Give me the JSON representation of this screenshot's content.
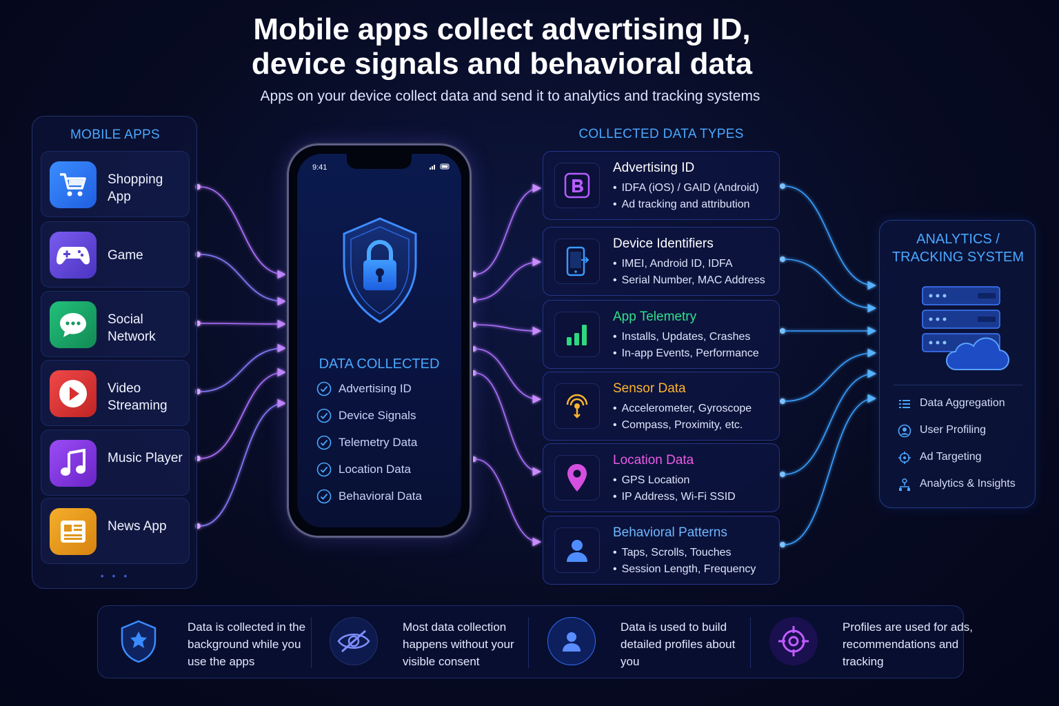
{
  "title_line1": "Mobile apps collect advertising ID,",
  "title_line2": "device signals and behavioral data",
  "subtitle": "Apps on your device collect data and send it to analytics and tracking systems",
  "apps": {
    "heading": "MOBILE APPS",
    "items": [
      {
        "label": "Shopping App",
        "icon": "shopping-cart-icon",
        "color": "#2f7dff"
      },
      {
        "label": "Game",
        "icon": "gamepad-icon",
        "color": "#6b4de0"
      },
      {
        "label": "Social Network",
        "icon": "chat-bubble-icon",
        "color": "#1aa86a"
      },
      {
        "label": "Video Streaming",
        "icon": "play-icon",
        "color": "#e23b3b"
      },
      {
        "label": "Music Player",
        "icon": "music-note-icon",
        "color": "#8d3fe8"
      },
      {
        "label": "News App",
        "icon": "newspaper-icon",
        "color": "#f0a020"
      }
    ],
    "more": "• • •"
  },
  "phone": {
    "time": "9:41",
    "heading": "DATA COLLECTED",
    "items": [
      "Advertising ID",
      "Device Signals",
      "Telemetry Data",
      "Location Data",
      "Behavioral Data"
    ]
  },
  "types": {
    "heading": "COLLECTED DATA TYPES",
    "items": [
      {
        "title": "Advertising ID",
        "color": "#ffffff",
        "lines": [
          "IDFA (iOS) / GAID (Android)",
          "Ad tracking and attribution"
        ],
        "icon": "advertising-id-icon"
      },
      {
        "title": "Device Identifiers",
        "color": "#ffffff",
        "lines": [
          "IMEI, Android ID, IDFA",
          "Serial Number, MAC Address"
        ],
        "icon": "device-icon"
      },
      {
        "title": "App Telemetry",
        "color": "#33e08a",
        "lines": [
          "Installs, Updates, Crashes",
          "In-app Events, Performance"
        ],
        "icon": "bar-chart-icon"
      },
      {
        "title": "Sensor Data",
        "color": "#ffb52e",
        "lines": [
          "Accelerometer, Gyroscope",
          "Compass, Proximity, etc."
        ],
        "icon": "sensor-icon"
      },
      {
        "title": "Location Data",
        "color": "#ea5ce6",
        "lines": [
          "GPS Location",
          "IP Address, Wi-Fi SSID"
        ],
        "icon": "location-pin-icon"
      },
      {
        "title": "Behavioral Patterns",
        "color": "#6fb6ff",
        "lines": [
          "Taps, Scrolls, Touches",
          "Session Length, Frequency"
        ],
        "icon": "user-icon"
      }
    ]
  },
  "analytics": {
    "heading_line1": "ANALYTICS /",
    "heading_line2": "TRACKING SYSTEM",
    "items": [
      {
        "label": "Data Aggregation",
        "icon": "list-icon"
      },
      {
        "label": "User Profiling",
        "icon": "profile-icon"
      },
      {
        "label": "Ad Targeting",
        "icon": "crosshair-icon"
      },
      {
        "label": "Analytics & Insights",
        "icon": "network-icon"
      }
    ]
  },
  "facts": [
    {
      "text": "Data is collected in the background while you use the apps",
      "icon": "shield-icon"
    },
    {
      "text": "Most data collection happens without your visible consent",
      "icon": "eye-slash-icon"
    },
    {
      "text": "Data is used to build detailed profiles about you",
      "icon": "user-icon"
    },
    {
      "text": "Profiles are used for ads, recommendations and tracking",
      "icon": "target-icon"
    }
  ],
  "colors": {
    "accent_blue": "#4aa8ff",
    "wire_purple": "#b071ff",
    "wire_blue": "#3aa0ff"
  }
}
